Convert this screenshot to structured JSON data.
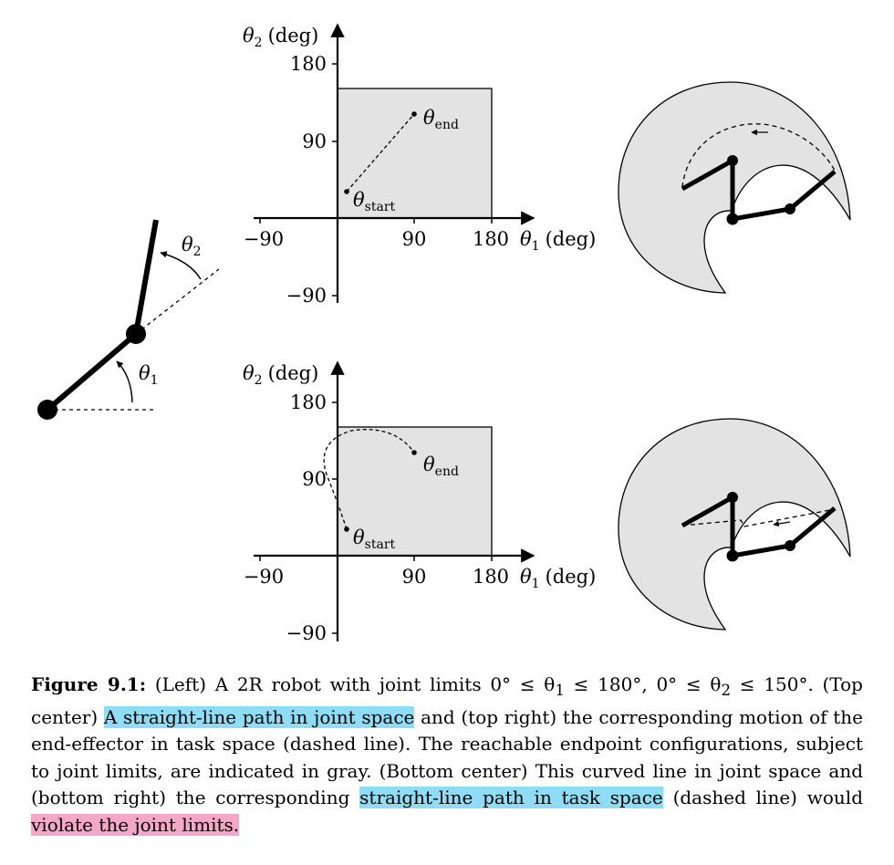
{
  "figure": {
    "left_robot": {
      "theta1_label": "θ",
      "theta1_sub": "1",
      "theta2_label": "θ",
      "theta2_sub": "2"
    },
    "top_plot": {
      "y_axis_label": "θ",
      "y_axis_sub": "2",
      "y_axis_unit": "(deg)",
      "x_axis_label": "θ",
      "x_axis_sub": "1",
      "x_axis_unit": "(deg)",
      "y_ticks": [
        "180",
        "90",
        "−90"
      ],
      "x_ticks": [
        "−90",
        "90",
        "180"
      ],
      "start_label": "θ",
      "start_sub": "start",
      "end_label": "θ",
      "end_sub": "end"
    },
    "bottom_plot": {
      "y_axis_label": "θ",
      "y_axis_sub": "2",
      "y_axis_unit": "(deg)",
      "x_axis_label": "θ",
      "x_axis_sub": "1",
      "x_axis_unit": "(deg)",
      "y_ticks": [
        "180",
        "90",
        "−90"
      ],
      "x_ticks": [
        "−90",
        "90",
        "180"
      ],
      "start_label": "θ",
      "start_sub": "start",
      "end_label": "θ",
      "end_sub": "end"
    }
  },
  "caption": {
    "label": "Figure 9.1:",
    "part1": " (Left) A 2R robot with joint limits 0° ≤ θ",
    "sub1": "1",
    "part2": " ≤ 180°, 0° ≤ θ",
    "sub2": "2",
    "part3": " ≤ 150°. (Top center) ",
    "highlight1": "A straight-line path in joint space",
    "part4": " and (top right) the corresponding motion of the end-effector in task space (dashed line). The reachable endpoint configurations, subject to joint limits, are indicated in gray. (Bottom center) This curved line in joint space and (bottom right) the corresponding ",
    "highlight2": "straight-line path in task space",
    "part5": " (dashed line) would ",
    "highlight3": "violate the joint limits."
  },
  "colors": {
    "reachable_region": "#e3e3e3",
    "highlight_blue": "#8fdcf5",
    "highlight_pink": "#f5a7c8"
  }
}
